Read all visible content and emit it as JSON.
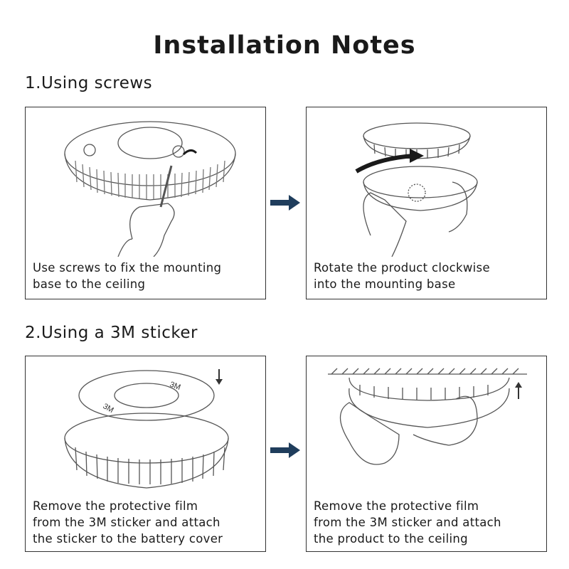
{
  "title": "Installation Notes",
  "sections": [
    {
      "heading": "1.Using screws",
      "steps": [
        {
          "caption": [
            "Use screws to fix the mounting",
            "base to the ceiling"
          ]
        },
        {
          "caption": [
            "Rotate the product clockwise",
            "into the mounting base"
          ]
        }
      ]
    },
    {
      "heading": "2.Using a 3M sticker",
      "steps": [
        {
          "caption": [
            "Remove the protective film",
            "from the 3M sticker and attach",
            "the sticker to the battery cover"
          ],
          "label": "3M"
        },
        {
          "caption": [
            "Remove the protective film",
            "from the 3M sticker and attach",
            "the product to the ceiling"
          ]
        }
      ]
    }
  ],
  "colors": {
    "arrow": "#1f3d5c",
    "border": "#333333"
  }
}
